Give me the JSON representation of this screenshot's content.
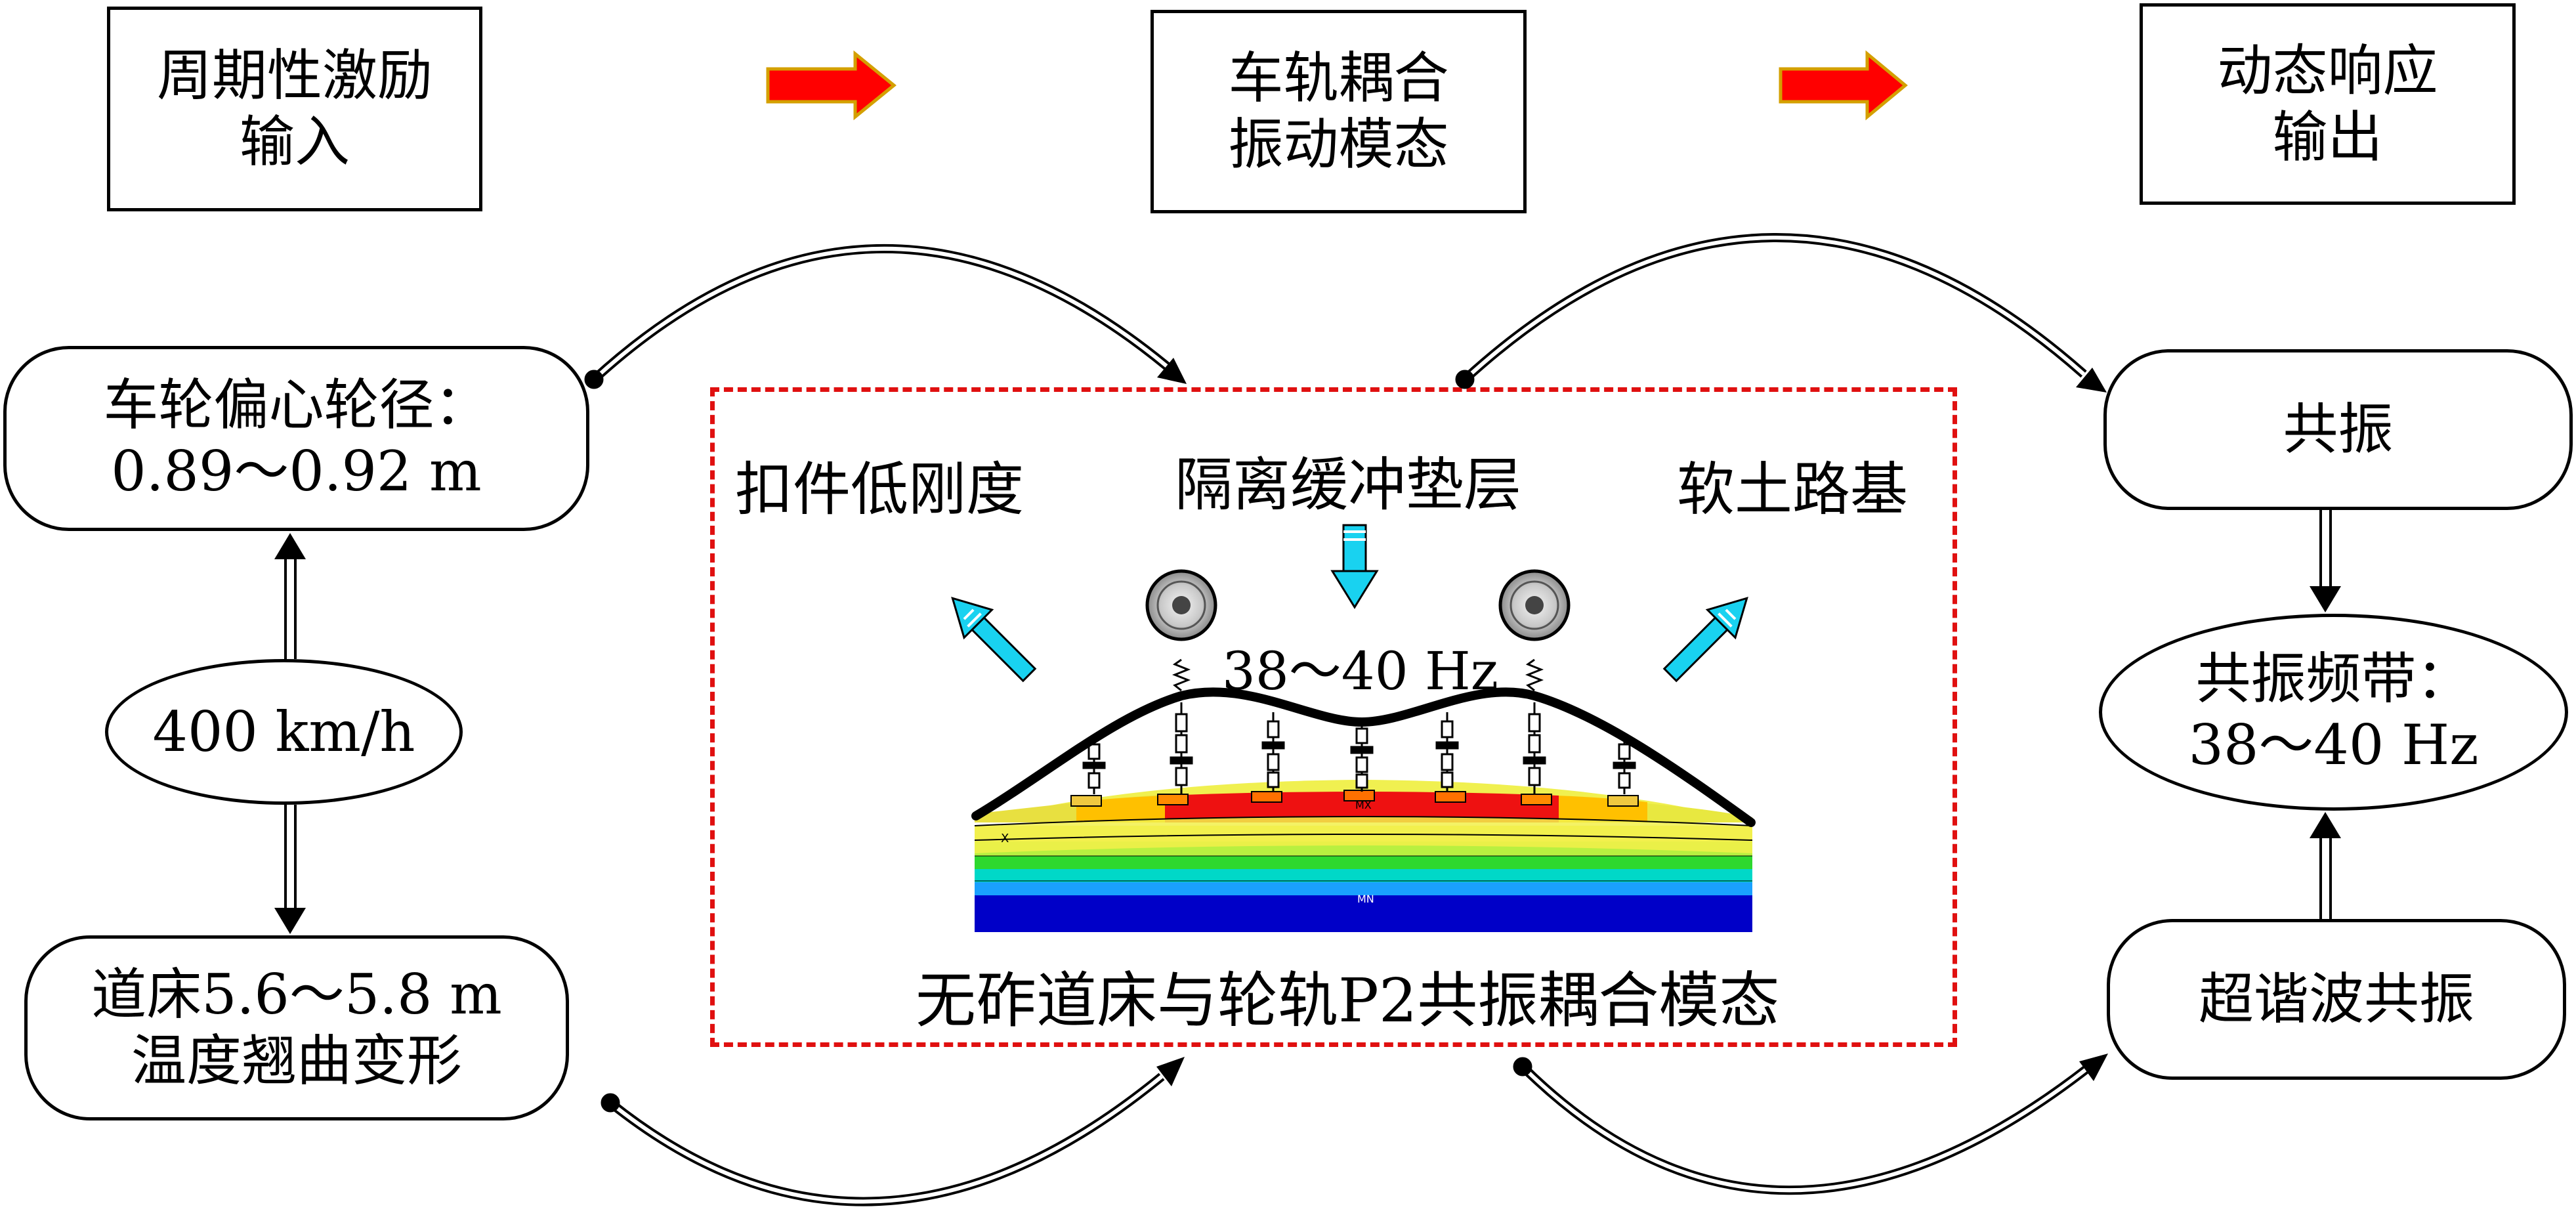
{
  "header": {
    "step1_line1": "周期性激励",
    "step1_line2": "输入",
    "step2_line1": "车轨耦合",
    "step2_line2": "振动模态",
    "step3_line1": "动态响应",
    "step3_line2": "输出"
  },
  "left": {
    "wheel_line1": "车轮偏心轮径：",
    "wheel_line2": "0.89～0.92 m",
    "speed": "400 km/h",
    "bed_line1": "道床5.6～5.8 m",
    "bed_line2": "温度翘曲变形"
  },
  "center": {
    "fastener": "扣件低刚度",
    "buffer": "隔离缓冲垫层",
    "subgrade": "软土路基",
    "frequency": "38～40 Hz",
    "caption": "无砟道床与轮轨P2共振耦合模态",
    "sch_x": "X",
    "sch_max": "MX",
    "sch_min": "MN"
  },
  "right": {
    "resonance": "共振",
    "band_line1": "共振频带：",
    "band_line2": "38～40 Hz",
    "superharmonic": "超谐波共振"
  },
  "colors": {
    "arrow_red": "#ff0000",
    "arrow_outline": "#d4a000",
    "cyan": "#19d2f0",
    "panel_border": "#e01010"
  }
}
